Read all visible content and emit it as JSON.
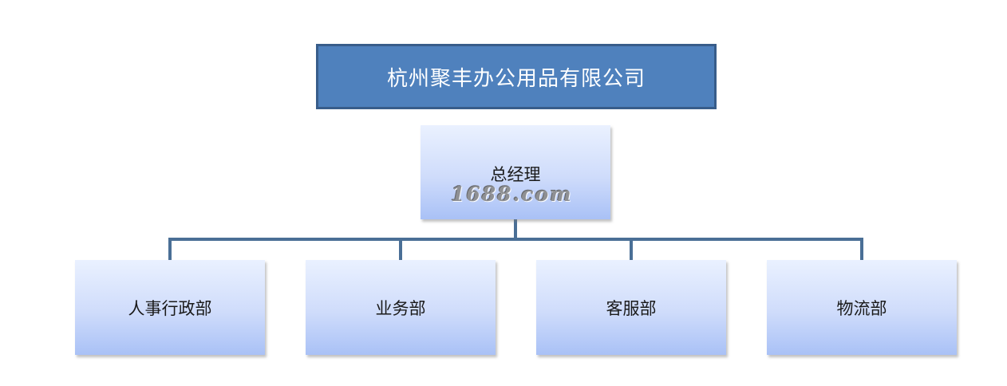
{
  "company": {
    "name": "杭州聚丰办公用品有限公司"
  },
  "general_manager": {
    "label": "总经理"
  },
  "watermark": {
    "text": "1688.com"
  },
  "departments": [
    {
      "label": "人事行政部"
    },
    {
      "label": "业务部"
    },
    {
      "label": "客服部"
    },
    {
      "label": "物流部"
    }
  ],
  "colors": {
    "company_fill": "#4f81bd",
    "company_border": "#385d8a",
    "connector": "#4a6f96"
  }
}
